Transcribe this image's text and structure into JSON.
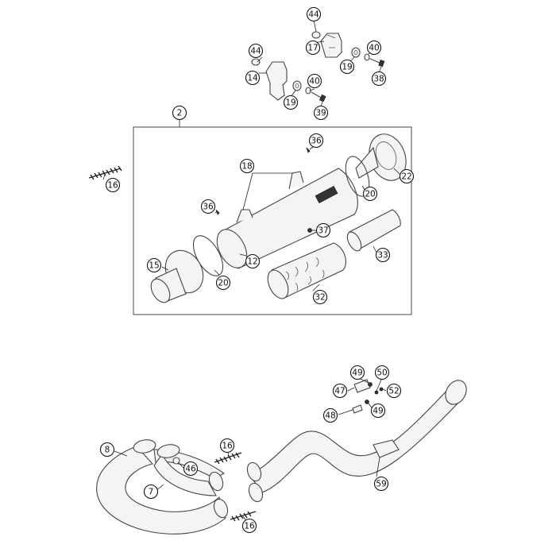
{
  "callouts": [
    {
      "id": "44a",
      "label": "44"
    },
    {
      "id": "17",
      "label": "17"
    },
    {
      "id": "40a",
      "label": "40"
    },
    {
      "id": "19a",
      "label": "19"
    },
    {
      "id": "38",
      "label": "38"
    },
    {
      "id": "44b",
      "label": "44"
    },
    {
      "id": "14",
      "label": "14"
    },
    {
      "id": "40b",
      "label": "40"
    },
    {
      "id": "19b",
      "label": "19"
    },
    {
      "id": "39",
      "label": "39"
    },
    {
      "id": "2",
      "label": "2"
    },
    {
      "id": "36a",
      "label": "36"
    },
    {
      "id": "18",
      "label": "18"
    },
    {
      "id": "22",
      "label": "22"
    },
    {
      "id": "16a",
      "label": "16"
    },
    {
      "id": "20a",
      "label": "20"
    },
    {
      "id": "36b",
      "label": "36"
    },
    {
      "id": "37",
      "label": "37"
    },
    {
      "id": "33",
      "label": "33"
    },
    {
      "id": "15",
      "label": "15"
    },
    {
      "id": "12",
      "label": "12"
    },
    {
      "id": "20b",
      "label": "20"
    },
    {
      "id": "32",
      "label": "32"
    },
    {
      "id": "49a",
      "label": "49"
    },
    {
      "id": "50",
      "label": "50"
    },
    {
      "id": "47",
      "label": "47"
    },
    {
      "id": "52",
      "label": "52"
    },
    {
      "id": "48",
      "label": "48"
    },
    {
      "id": "49b",
      "label": "49"
    },
    {
      "id": "8",
      "label": "8"
    },
    {
      "id": "16b",
      "label": "16"
    },
    {
      "id": "46",
      "label": "46"
    },
    {
      "id": "7",
      "label": "7"
    },
    {
      "id": "59",
      "label": "59"
    },
    {
      "id": "16c",
      "label": "16"
    }
  ]
}
